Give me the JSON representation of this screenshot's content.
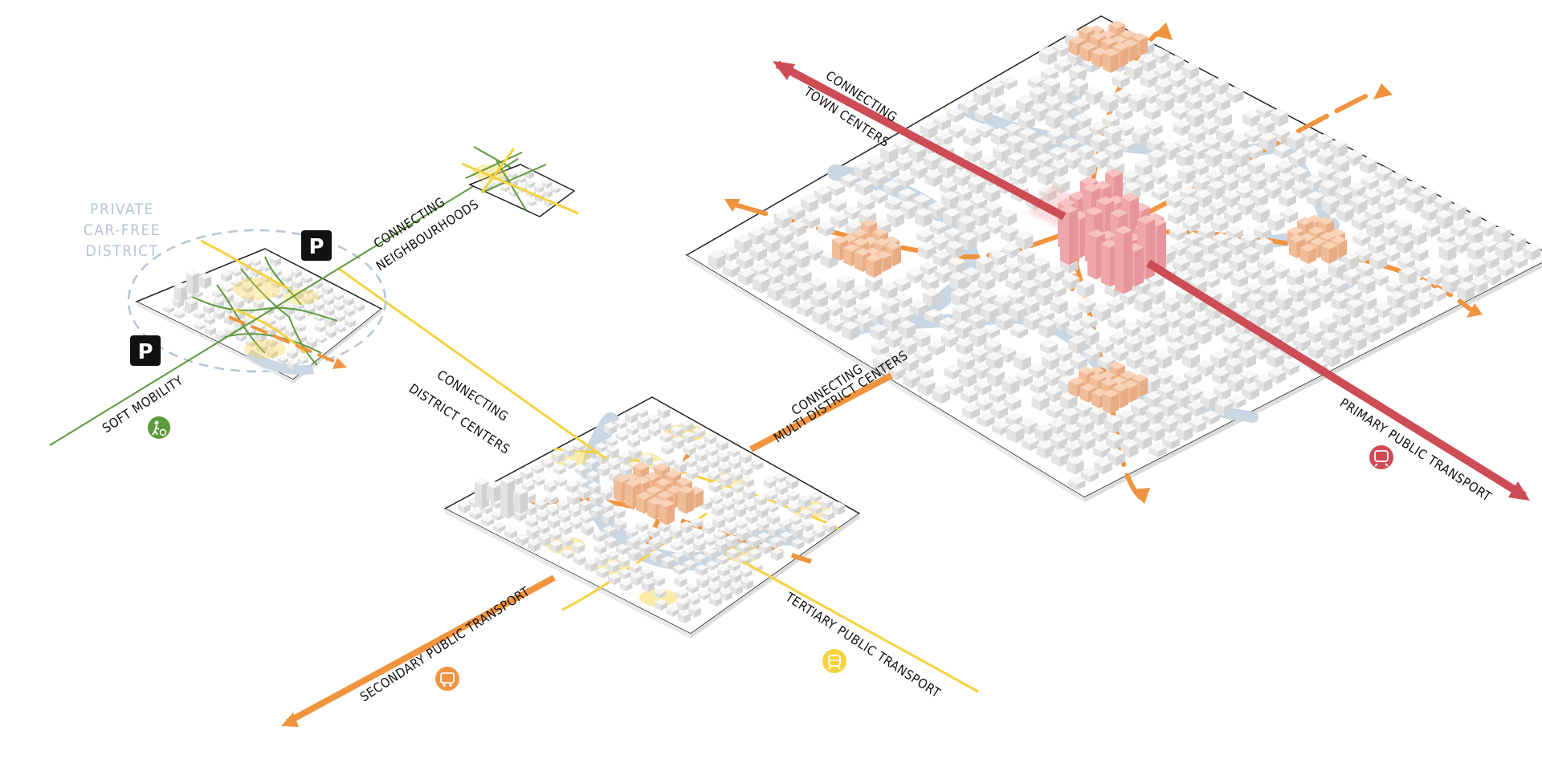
{
  "labels": {
    "private_line1": "PRIVATE",
    "private_line2": "CAR-FREE",
    "private_line3": "DISTRICT",
    "parking": "P",
    "soft_mobility": "SOFT MOBILITY",
    "connecting_neigh_1": "CONNECTING",
    "connecting_neigh_2": "NEIGHBOURHOODS",
    "connecting_district_1": "CONNECTING",
    "connecting_district_2": "DISTRICT CENTERS",
    "connecting_multi_1": "CONNECTING",
    "connecting_multi_2": "MULTI DISTRICT CENTERS",
    "connecting_town_1": "CONNECTING",
    "connecting_town_2": "TOWN CENTERS",
    "primary_transport": "PRIMARY PUBLIC TRANSPORT",
    "secondary_transport": "SECONDARY PUBLIC TRANSPORT",
    "tertiary_transport": "TERTIARY PUBLIC TRANSPORT"
  },
  "icons": {
    "soft_mobility": "pedestrian-cyclist-icon",
    "primary": "train-icon",
    "secondary": "bus-icon",
    "tertiary": "tram-icon"
  },
  "colors": {
    "soft_mobility": "#5d9a3c",
    "primary": "#cd4c55",
    "secondary": "#f0943f",
    "tertiary": "#f6d241",
    "river": "#c9d6e3",
    "private_zone": "#b7c4d6",
    "building_top": "#f4f4f4",
    "pink_center": "#f4b7b7",
    "peach_center": "#f5c6a6",
    "label": "#111111",
    "parking_bg": "#111111"
  }
}
